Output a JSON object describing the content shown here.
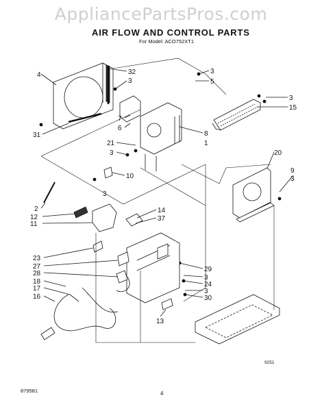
{
  "watermark": "AppliancePartsPros.com",
  "title": "AIR FLOW AND CONTROL PARTS",
  "subtitle": "For Model: ACO752XT1",
  "footer": {
    "doc_number": "879581",
    "page": "4",
    "code": "9251"
  },
  "callouts": [
    "4",
    "32",
    "3",
    "3",
    "5",
    "3",
    "15",
    "7",
    "6",
    "31",
    "8",
    "1",
    "21",
    "3",
    "20",
    "9",
    "3",
    "10",
    "3",
    "2",
    "12",
    "11",
    "14",
    "37",
    "23",
    "27",
    "28",
    "18",
    "17",
    "16",
    "29",
    "3",
    "24",
    "3",
    "30",
    "13"
  ]
}
